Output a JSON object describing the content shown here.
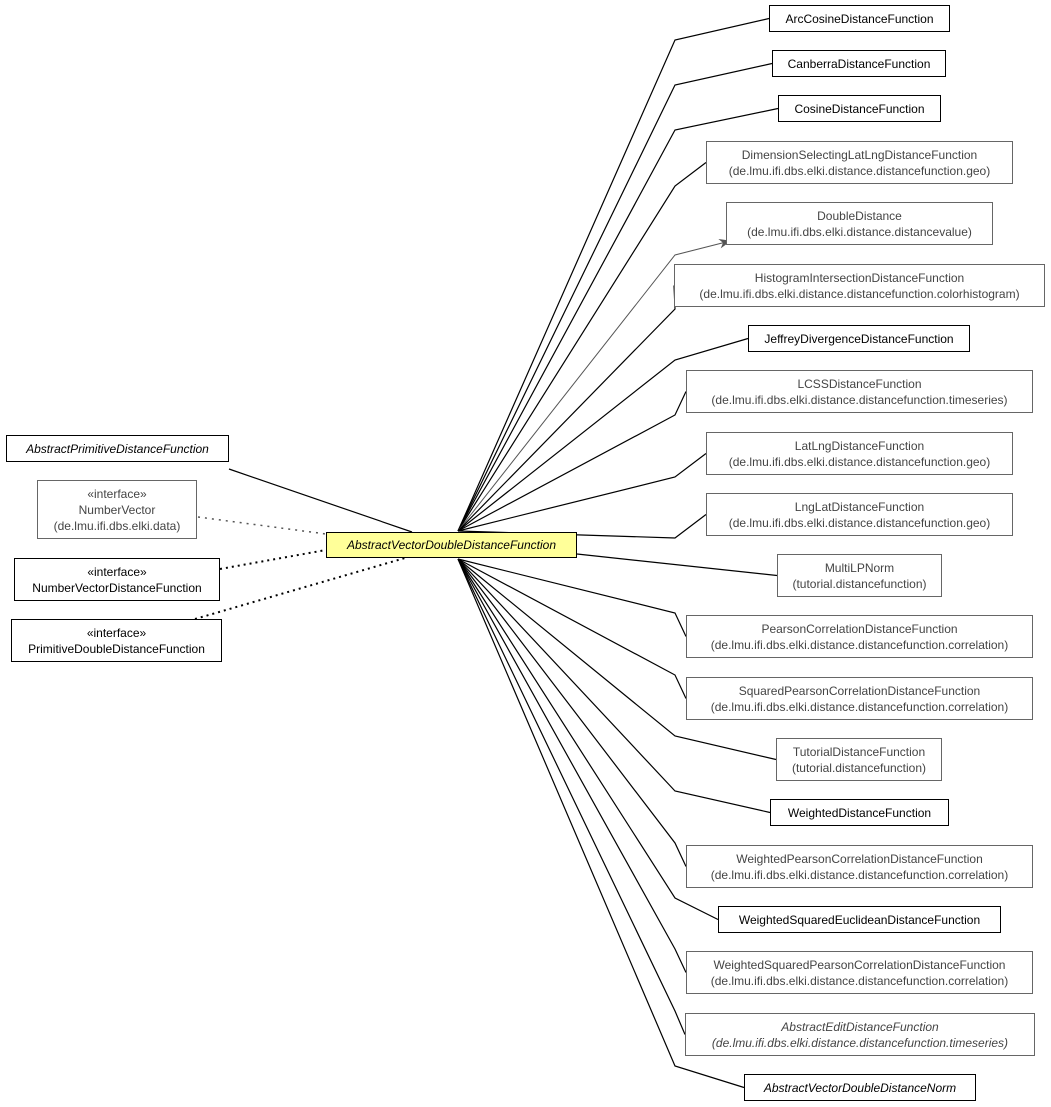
{
  "diagram": {
    "focus": {
      "id": "focus",
      "title": "AbstractVectorDoubleDistanceFunction",
      "italic": true
    },
    "supertypes": [
      {
        "id": "sup0",
        "title": "AbstractPrimitiveDistanceFunction",
        "italic": true,
        "stereotype": "",
        "package": "",
        "style": "solid",
        "relation": "extends"
      },
      {
        "id": "sup1",
        "title": "NumberVector",
        "italic": false,
        "stereotype": "«interface»",
        "package": "(de.lmu.ifi.dbs.elki.data)",
        "style": "gray",
        "relation": "uses"
      },
      {
        "id": "sup2",
        "title": "NumberVectorDistanceFunction",
        "italic": false,
        "stereotype": "«interface»",
        "package": "",
        "style": "solid",
        "relation": "implements"
      },
      {
        "id": "sup3",
        "title": "PrimitiveDoubleDistanceFunction",
        "italic": false,
        "stereotype": "«interface»",
        "package": "",
        "style": "solid",
        "relation": "implements"
      }
    ],
    "subtypes": [
      {
        "id": "sub0",
        "title": "ArcCosineDistanceFunction",
        "italic": false,
        "package": "",
        "style": "solid"
      },
      {
        "id": "sub1",
        "title": "CanberraDistanceFunction",
        "italic": false,
        "package": "",
        "style": "solid"
      },
      {
        "id": "sub2",
        "title": "CosineDistanceFunction",
        "italic": false,
        "package": "",
        "style": "solid"
      },
      {
        "id": "sub3",
        "title": "DimensionSelectingLatLngDistanceFunction",
        "italic": false,
        "package": "(de.lmu.ifi.dbs.elki.distance.distancefunction.geo)",
        "style": "gray"
      },
      {
        "id": "sub4",
        "title": "DoubleDistance",
        "italic": false,
        "package": "(de.lmu.ifi.dbs.elki.distance.distancevalue)",
        "style": "gray",
        "relation": "depends"
      },
      {
        "id": "sub5",
        "title": "HistogramIntersectionDistanceFunction",
        "italic": false,
        "package": "(de.lmu.ifi.dbs.elki.distance.distancefunction.colorhistogram)",
        "style": "gray"
      },
      {
        "id": "sub6",
        "title": "JeffreyDivergenceDistanceFunction",
        "italic": false,
        "package": "",
        "style": "solid"
      },
      {
        "id": "sub7",
        "title": "LCSSDistanceFunction",
        "italic": false,
        "package": "(de.lmu.ifi.dbs.elki.distance.distancefunction.timeseries)",
        "style": "gray"
      },
      {
        "id": "sub8",
        "title": "LatLngDistanceFunction",
        "italic": false,
        "package": "(de.lmu.ifi.dbs.elki.distance.distancefunction.geo)",
        "style": "gray"
      },
      {
        "id": "sub9",
        "title": "LngLatDistanceFunction",
        "italic": false,
        "package": "(de.lmu.ifi.dbs.elki.distance.distancefunction.geo)",
        "style": "gray"
      },
      {
        "id": "sub10",
        "title": "MultiLPNorm",
        "italic": false,
        "package": "(tutorial.distancefunction)",
        "style": "gray"
      },
      {
        "id": "sub11",
        "title": "PearsonCorrelationDistanceFunction",
        "italic": false,
        "package": "(de.lmu.ifi.dbs.elki.distance.distancefunction.correlation)",
        "style": "gray"
      },
      {
        "id": "sub12",
        "title": "SquaredPearsonCorrelationDistanceFunction",
        "italic": false,
        "package": "(de.lmu.ifi.dbs.elki.distance.distancefunction.correlation)",
        "style": "gray"
      },
      {
        "id": "sub13",
        "title": "TutorialDistanceFunction",
        "italic": false,
        "package": "(tutorial.distancefunction)",
        "style": "gray"
      },
      {
        "id": "sub14",
        "title": "WeightedDistanceFunction",
        "italic": false,
        "package": "",
        "style": "solid"
      },
      {
        "id": "sub15",
        "title": "WeightedPearsonCorrelationDistanceFunction",
        "italic": false,
        "package": "(de.lmu.ifi.dbs.elki.distance.distancefunction.correlation)",
        "style": "gray"
      },
      {
        "id": "sub16",
        "title": "WeightedSquaredEuclideanDistanceFunction",
        "italic": false,
        "package": "",
        "style": "solid"
      },
      {
        "id": "sub17",
        "title": "WeightedSquaredPearsonCorrelationDistanceFunction",
        "italic": false,
        "package": "(de.lmu.ifi.dbs.elki.distance.distancefunction.correlation)",
        "style": "gray"
      },
      {
        "id": "sub18",
        "title": "AbstractEditDistanceFunction",
        "italic": true,
        "package": "(de.lmu.ifi.dbs.elki.distance.distancefunction.timeseries)",
        "style": "gray"
      },
      {
        "id": "sub19",
        "title": "AbstractVectorDoubleDistanceNorm",
        "italic": true,
        "package": "",
        "style": "solid"
      }
    ],
    "colors": {
      "focus_fill": "#ffff99",
      "line": "#000000",
      "gray_line": "#555555",
      "gray_text": "#444444"
    }
  }
}
